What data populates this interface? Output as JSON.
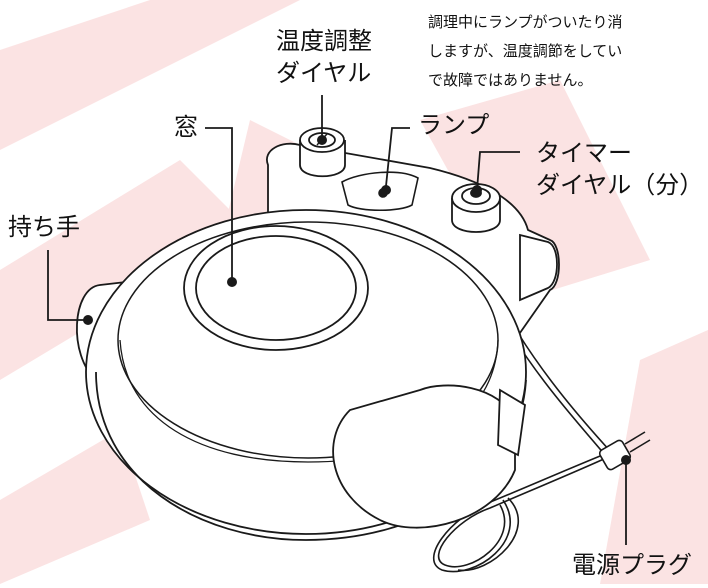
{
  "note": {
    "lines": [
      "調理中にランプがついたり消",
      "しますが、温度調節をしてい",
      "で故障ではありません。"
    ]
  },
  "labels": {
    "temp_dial": [
      "温度調整",
      "ダイヤル"
    ],
    "window": "窓",
    "lamp": "ランプ",
    "timer_dial": [
      "タイマー",
      "ダイヤル（分）"
    ],
    "handle": "持ち手",
    "plug": "電源プラグ"
  },
  "colors": {
    "watermark": "#fbe3e3",
    "line": "#1a1a1a",
    "fill": "#ffffff"
  }
}
